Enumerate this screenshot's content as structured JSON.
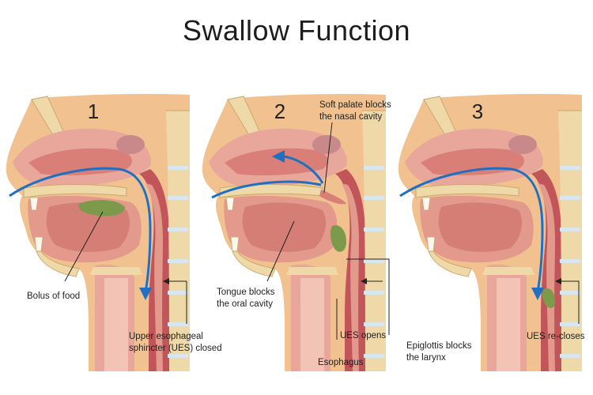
{
  "title": "Swallow Function",
  "panels": [
    {
      "number": "1"
    },
    {
      "number": "2"
    },
    {
      "number": "3"
    }
  ],
  "labels": {
    "bolus_of_food": "Bolus of food",
    "ues_closed_line1": "Upper esophageal",
    "ues_closed_line2": "sphincter (UES) closed",
    "soft_palate_line1": "Soft palate blocks",
    "soft_palate_line2": "the nasal cavity",
    "tongue_line1": "Tongue blocks",
    "tongue_line2": "the oral cavity",
    "ues_opens": "UES opens",
    "esophagus": "Esophagus",
    "epiglottis_line1": "Epiglottis blocks",
    "epiglottis_line2": "the larynx",
    "ues_recloses": "UES re-closes"
  },
  "colors": {
    "arrow": "#1f6fc2",
    "bone": "#efd9a9",
    "bone_edge": "#c9a86e",
    "tissue": "#e39a8c",
    "tissue_dark": "#c2555a",
    "cavity": "#f3c3b6",
    "bolus": "#7d9a4a",
    "skin": "#f1c28f"
  }
}
